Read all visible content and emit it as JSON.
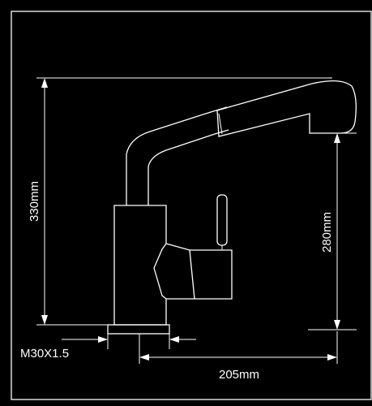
{
  "colors": {
    "background": "#000000",
    "stroke": "#ffffff"
  },
  "dimensions": {
    "total_height": "330mm",
    "spout_height": "280mm",
    "reach": "205mm",
    "thread": "M30X1.5"
  }
}
